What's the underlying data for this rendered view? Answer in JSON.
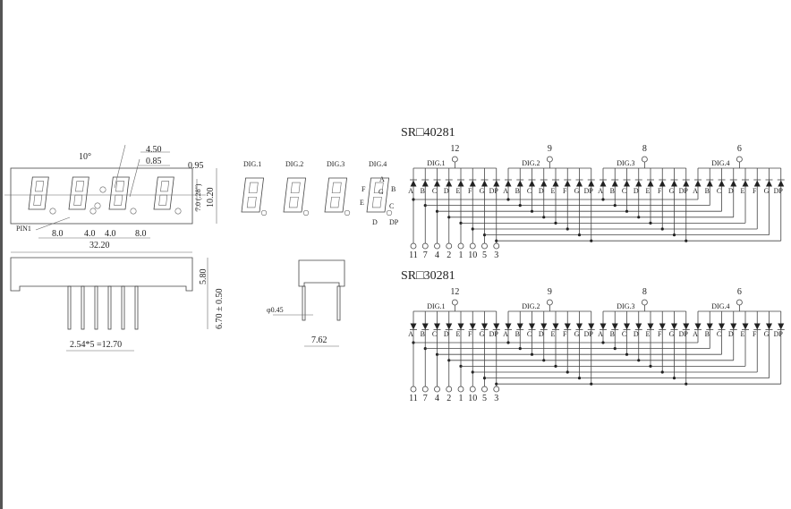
{
  "front_view": {
    "angle": "10°",
    "dim_450": "4.50",
    "dim_085": "0.85",
    "dim_095": "0.95",
    "height_digit": "7.0 (.28\")",
    "height_body": "10.20",
    "pin1": "PIN1",
    "spacing_1": "8.0",
    "spacing_2": "4.0",
    "spacing_3": "4.0",
    "spacing_4": "8.0",
    "width": "32.20"
  },
  "side_view": {
    "body_height": "5.80",
    "pin_length": "6.70 ± 0.50",
    "pin_pitch": "2.54",
    "pin_pitch_mult": "5 =12.70",
    "pin_diameter": "φ0.45",
    "row_spacing": "7.62"
  },
  "digit_labels": [
    "DIG.1",
    "DIG.2",
    "DIG.3",
    "DIG.4"
  ],
  "segment_legend": {
    "A": "A",
    "B": "B",
    "C": "C",
    "D": "D",
    "E": "E",
    "F": "F",
    "G": "G",
    "DP": "DP"
  },
  "segments": [
    "A",
    "B",
    "C",
    "D",
    "E",
    "F",
    "G",
    "DP"
  ],
  "schematics": [
    {
      "title": "SR□40281",
      "direction": "up",
      "digit_pins": [
        "12",
        "9",
        "8",
        "6"
      ],
      "segment_pins": [
        "11",
        "7",
        "4",
        "2",
        "1",
        "10",
        "5",
        "3"
      ]
    },
    {
      "title": "SR□30281",
      "direction": "down",
      "digit_pins": [
        "12",
        "9",
        "8",
        "6"
      ],
      "segment_pins": [
        "11",
        "7",
        "4",
        "2",
        "1",
        "10",
        "5",
        "3"
      ]
    }
  ]
}
